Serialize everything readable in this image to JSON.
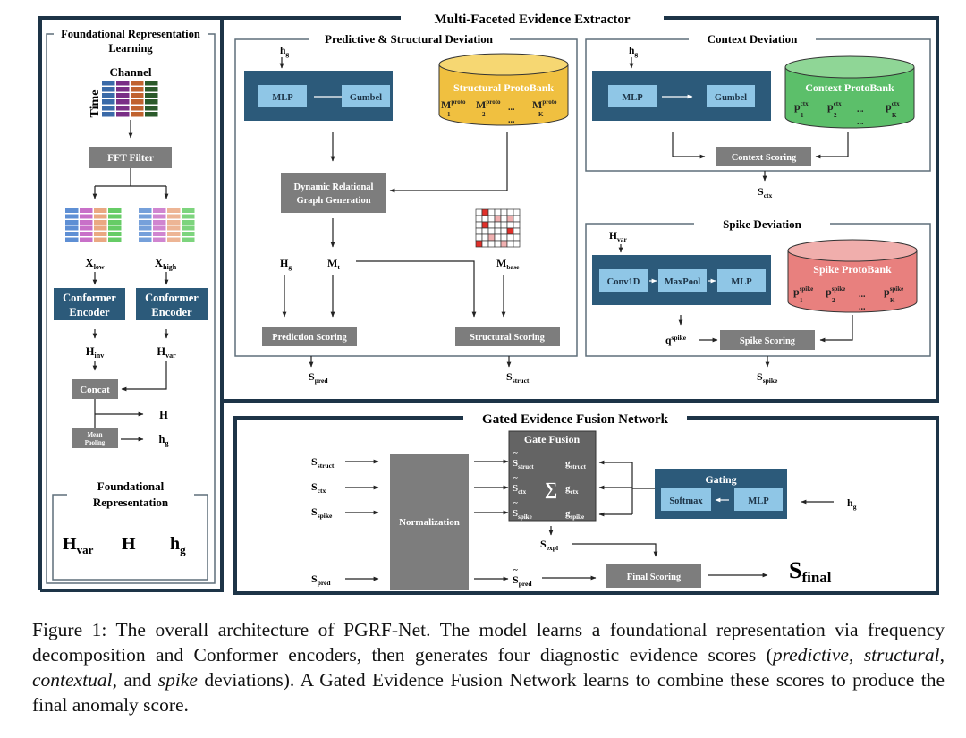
{
  "colors": {
    "navy": "#1d3447",
    "blue_block": "#2c5a7a",
    "light_block": "#8fc6e6",
    "gray_block": "#7d7d7d",
    "dark_gray_block": "#646464",
    "frame_gray": "#5f6f7a",
    "structural_bank": "#f0c040",
    "structural_bank_top": "#f6d772",
    "context_bank": "#5cbf6a",
    "context_bank_top": "#8fd696",
    "spike_bank": "#e8807e",
    "spike_bank_top": "#f0aeac",
    "matrix_red": "#e0302a",
    "matrix_pink": "#f0b0b0",
    "input_cols": [
      "#3a6aa8",
      "#7a2e86",
      "#c0622e",
      "#2b5a2a"
    ],
    "band_cols": [
      "#5e8fd4",
      "#c870c8",
      "#eaa882",
      "#66cc66"
    ]
  },
  "left_panel": {
    "title_line1": "Foundational Representation",
    "title_line2": "Learning",
    "channel_label": "Channel",
    "time_label": "Time",
    "fft_filter": "FFT Filter",
    "x_low": {
      "base": "X",
      "sub": "low"
    },
    "x_high": {
      "base": "X",
      "sub": "high"
    },
    "encoder_low": [
      "Conformer",
      "Encoder"
    ],
    "encoder_high": [
      "Conformer",
      "Encoder"
    ],
    "h_inv": {
      "base": "H",
      "sub": "inv"
    },
    "h_var": {
      "base": "H",
      "sub": "var"
    },
    "concat": "Concat",
    "mean_pooling": [
      "Mean",
      "Pooling"
    ],
    "h_out": "H",
    "hg_out": {
      "base": "h",
      "sub": "g"
    },
    "foundational_title": [
      "Foundational",
      "Representation"
    ],
    "foundational_items": [
      {
        "base": "H",
        "sub": "var"
      },
      {
        "base": "H",
        "sub": ""
      },
      {
        "base": "h",
        "sub": "g"
      }
    ]
  },
  "extractor": {
    "title": "Multi-Faceted Evidence Extractor",
    "predictive_structural": {
      "title": "Predictive & Structural Deviation",
      "input": {
        "base": "h",
        "sub": "g"
      },
      "mlp": "MLP",
      "gumbel": "Gumbel",
      "bank_title": "Structural ProtoBank",
      "bank_items": [
        {
          "base": "M",
          "sup": "proto",
          "sub": "1"
        },
        {
          "base": "M",
          "sup": "proto",
          "sub": "2"
        },
        {
          "base": "M",
          "sup": "proto",
          "sub": "K"
        }
      ],
      "ellipsis": "...",
      "graph_gen": [
        "Dynamic Relational",
        "Graph Generation"
      ],
      "hg_label": {
        "base": "H",
        "sub": "g"
      },
      "mt_label": {
        "base": "M",
        "sub": "t"
      },
      "mbase_label": {
        "base": "M",
        "sub": "base"
      },
      "prediction_scoring": "Prediction Scoring",
      "structural_scoring": "Structural Scoring",
      "s_pred": {
        "base": "S",
        "sub": "pred"
      },
      "s_struct": {
        "base": "S",
        "sub": "struct"
      }
    },
    "context": {
      "title": "Context Deviation",
      "input": {
        "base": "h",
        "sub": "g"
      },
      "mlp": "MLP",
      "gumbel": "Gumbel",
      "bank_title": "Context ProtoBank",
      "bank_items": [
        {
          "base": "p",
          "sup": "ctx",
          "sub": "1"
        },
        {
          "base": "p",
          "sup": "ctx",
          "sub": "2"
        },
        {
          "base": "p",
          "sup": "ctx",
          "sub": "K"
        }
      ],
      "ellipsis": "...",
      "scoring": "Context Scoring",
      "s_ctx": {
        "base": "S",
        "sub": "ctx"
      }
    },
    "spike": {
      "title": "Spike Deviation",
      "input": {
        "base": "H",
        "sub": "var"
      },
      "conv": "Conv1D",
      "maxpool": "MaxPool",
      "mlp": "MLP",
      "bank_title": "Spike ProtoBank",
      "bank_items": [
        {
          "base": "p",
          "sup": "spike",
          "sub": "1"
        },
        {
          "base": "p",
          "sup": "spike",
          "sub": "2"
        },
        {
          "base": "p",
          "sup": "spike",
          "sub": "K"
        }
      ],
      "ellipsis": "...",
      "q_spike": {
        "base": "q",
        "sup": "spike"
      },
      "scoring": "Spike Scoring",
      "s_spike": {
        "base": "S",
        "sub": "spike"
      }
    }
  },
  "fusion": {
    "title": "Gated Evidence Fusion Network",
    "inputs": [
      {
        "base": "S",
        "sub": "struct"
      },
      {
        "base": "S",
        "sub": "ctx"
      },
      {
        "base": "S",
        "sub": "spike"
      },
      {
        "base": "S",
        "sub": "pred"
      }
    ],
    "normalization": "Normalization",
    "gate_fusion": "Gate Fusion",
    "normalized": [
      {
        "base": "S",
        "sub": "struct"
      },
      {
        "base": "S",
        "sub": "ctx"
      },
      {
        "base": "S",
        "sub": "spike"
      }
    ],
    "gates": [
      {
        "base": "g",
        "sub": "struct"
      },
      {
        "base": "g",
        "sub": "ctx"
      },
      {
        "base": "g",
        "sub": "spike"
      }
    ],
    "sum_symbol": "∑",
    "s_expl": {
      "base": "S",
      "sub": "expl"
    },
    "s_pred_norm": {
      "base": "S",
      "sub": "pred"
    },
    "gating_title": "Gating",
    "softmax": "Softmax",
    "mlp": "MLP",
    "hg_input": {
      "base": "h",
      "sub": "g"
    },
    "final_scoring": "Final Scoring",
    "s_final": {
      "base": "S",
      "sub": "final"
    }
  },
  "caption": {
    "prefix": "Figure 1: The overall architecture of PGRF-Net. The model learns a foundational representation via frequency decomposition and Conformer encoders, then generates four diagnostic evidence scores (",
    "t1": "predictive",
    "c1": ", ",
    "t2": "structural",
    "c2": ", ",
    "t3": "contextual",
    "c3": ", and ",
    "t4": "spike",
    "suffix": " deviations). A Gated Evidence Fusion Network learns to combine these scores to produce the final anomaly score."
  }
}
